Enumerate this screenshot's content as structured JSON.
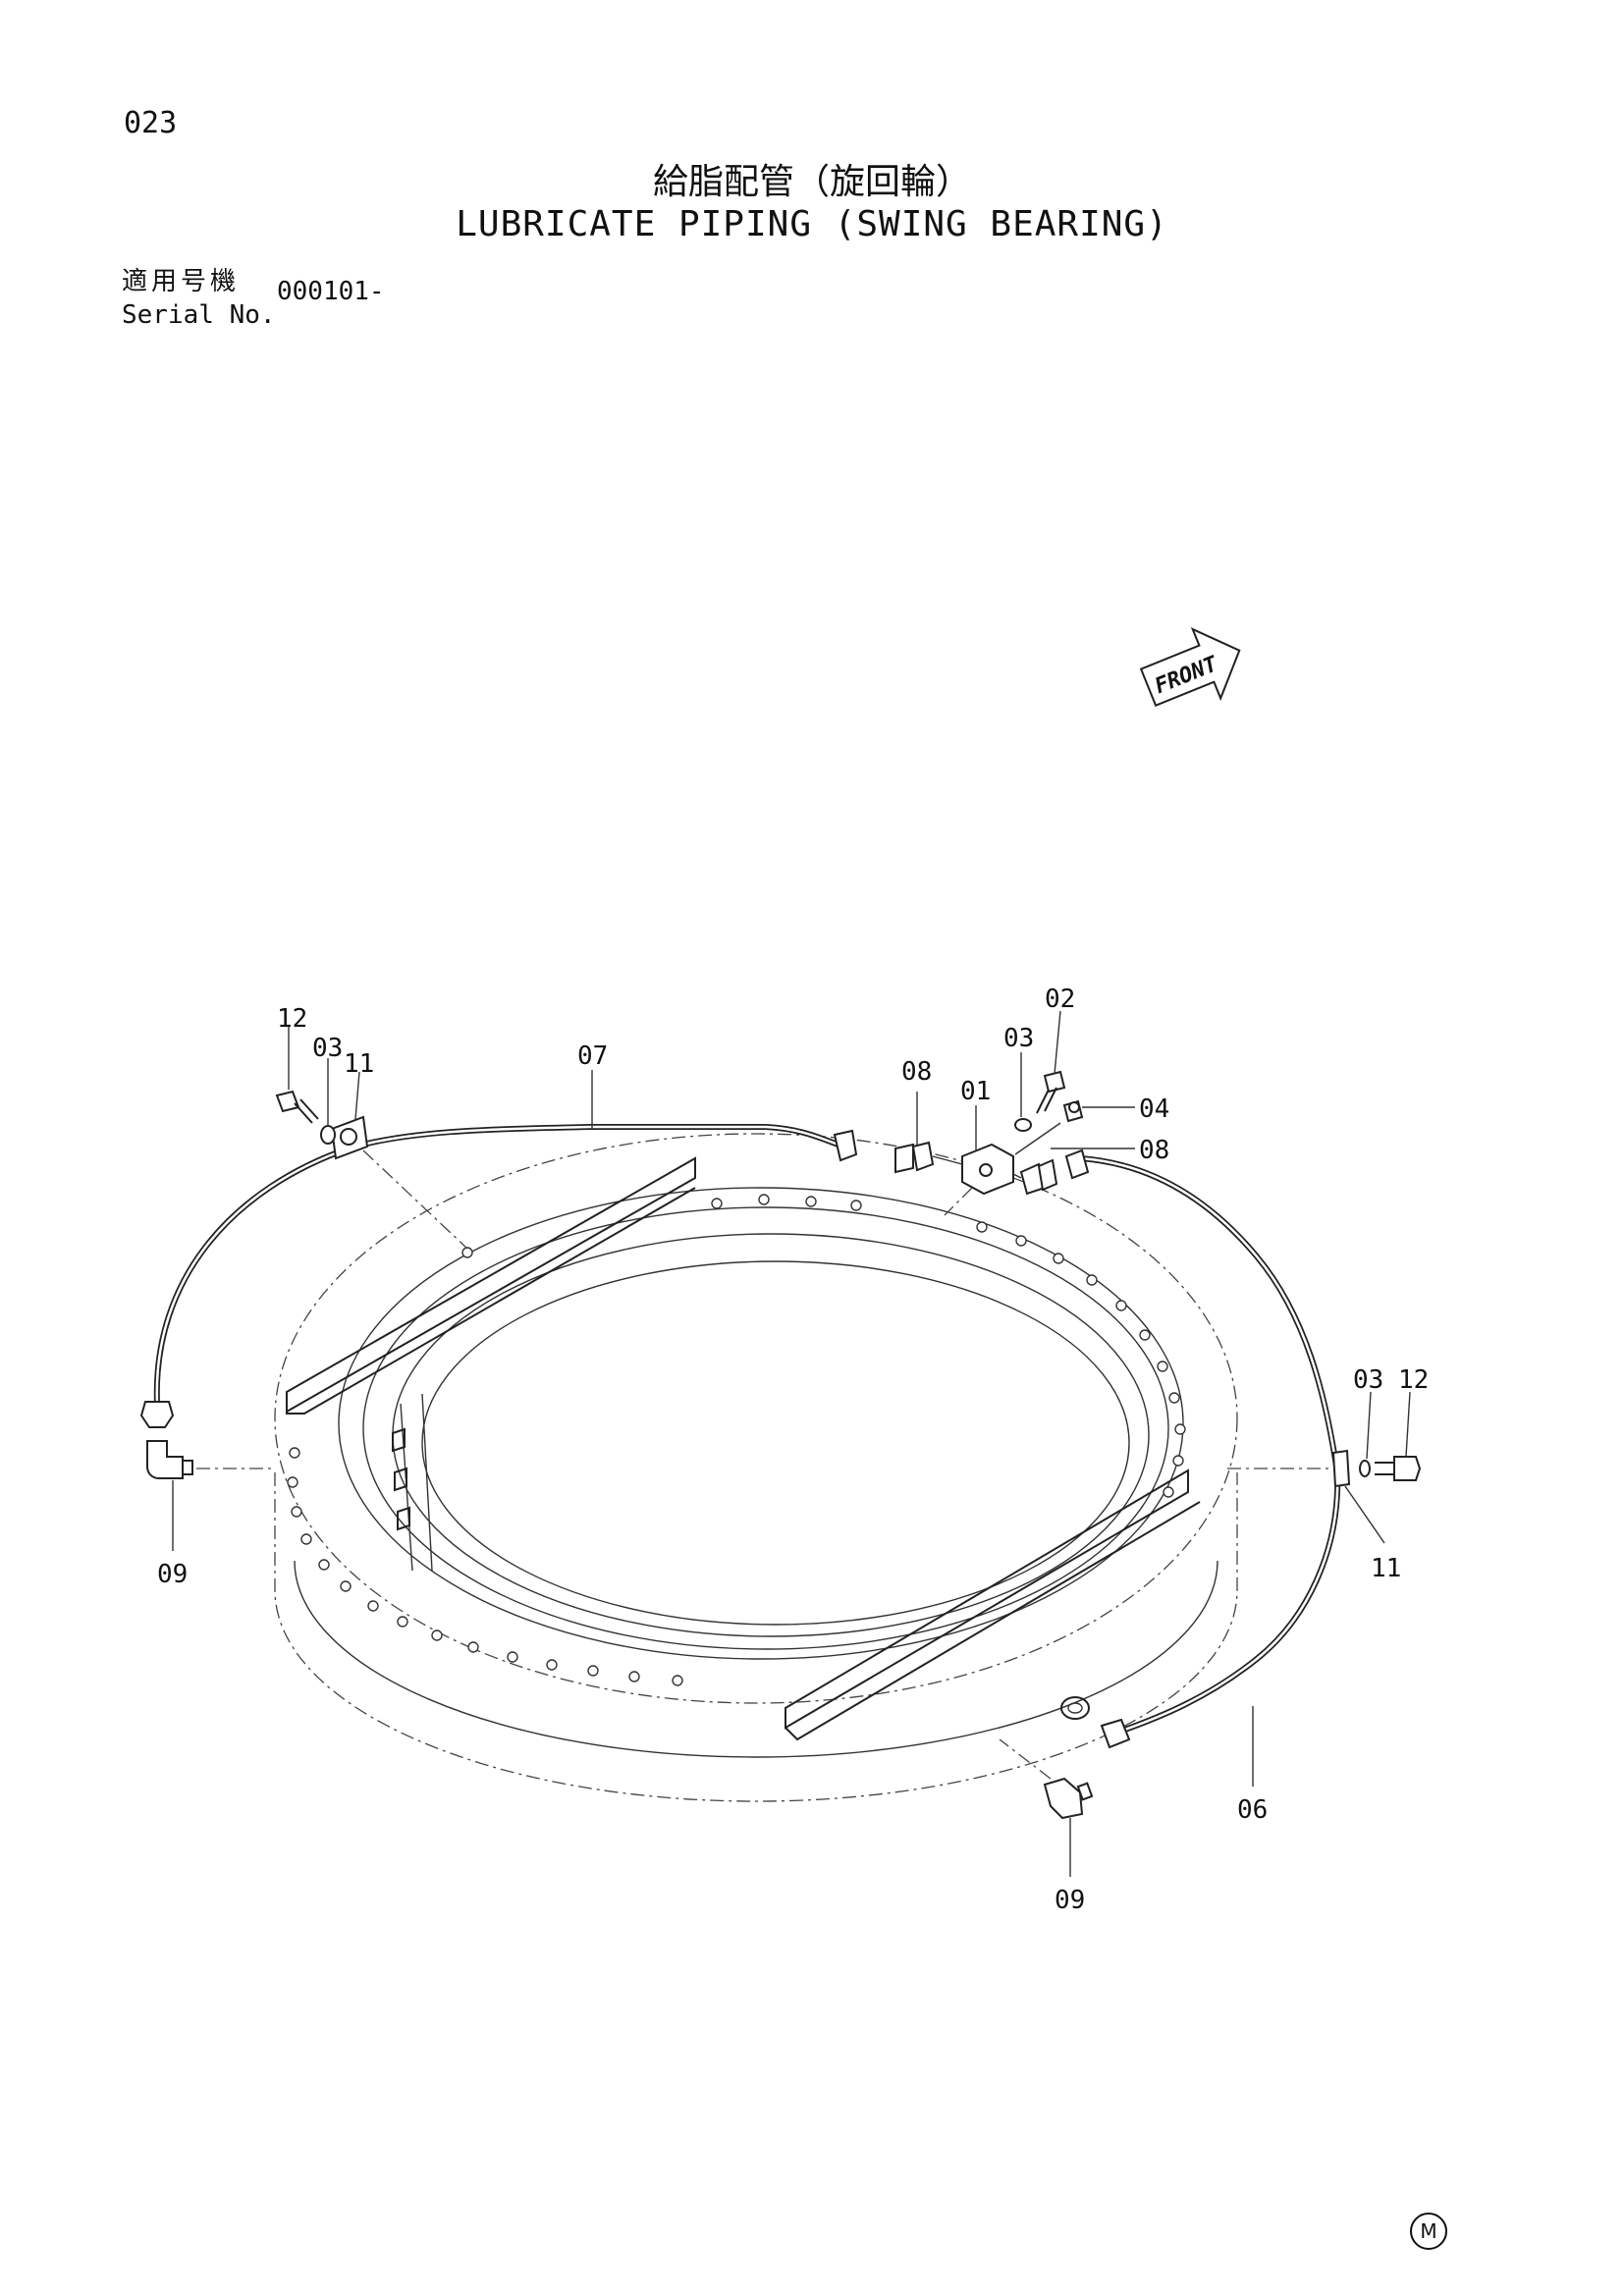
{
  "page": {
    "number": "023",
    "title_jp": "給脂配管（旋回輪）",
    "title_en": "LUBRICATE PIPING (SWING BEARING)",
    "serial_label_jp": "適用号機",
    "serial_label_en": "Serial No.",
    "serial_value": "000101-",
    "mark": "M"
  },
  "diagram": {
    "front_label": "FRONT",
    "callouts": [
      {
        "id": "c12a",
        "label": "12"
      },
      {
        "id": "c03a",
        "label": "03"
      },
      {
        "id": "c11a",
        "label": "11"
      },
      {
        "id": "c07",
        "label": "07"
      },
      {
        "id": "c08a",
        "label": "08"
      },
      {
        "id": "c01",
        "label": "01"
      },
      {
        "id": "c03b",
        "label": "03"
      },
      {
        "id": "c02",
        "label": "02"
      },
      {
        "id": "c04",
        "label": "04"
      },
      {
        "id": "c08b",
        "label": "08"
      },
      {
        "id": "c03c",
        "label": "03"
      },
      {
        "id": "c12b",
        "label": "12"
      },
      {
        "id": "c11b",
        "label": "11"
      },
      {
        "id": "c09a",
        "label": "09"
      },
      {
        "id": "c06",
        "label": "06"
      },
      {
        "id": "c09b",
        "label": "09"
      }
    ]
  }
}
